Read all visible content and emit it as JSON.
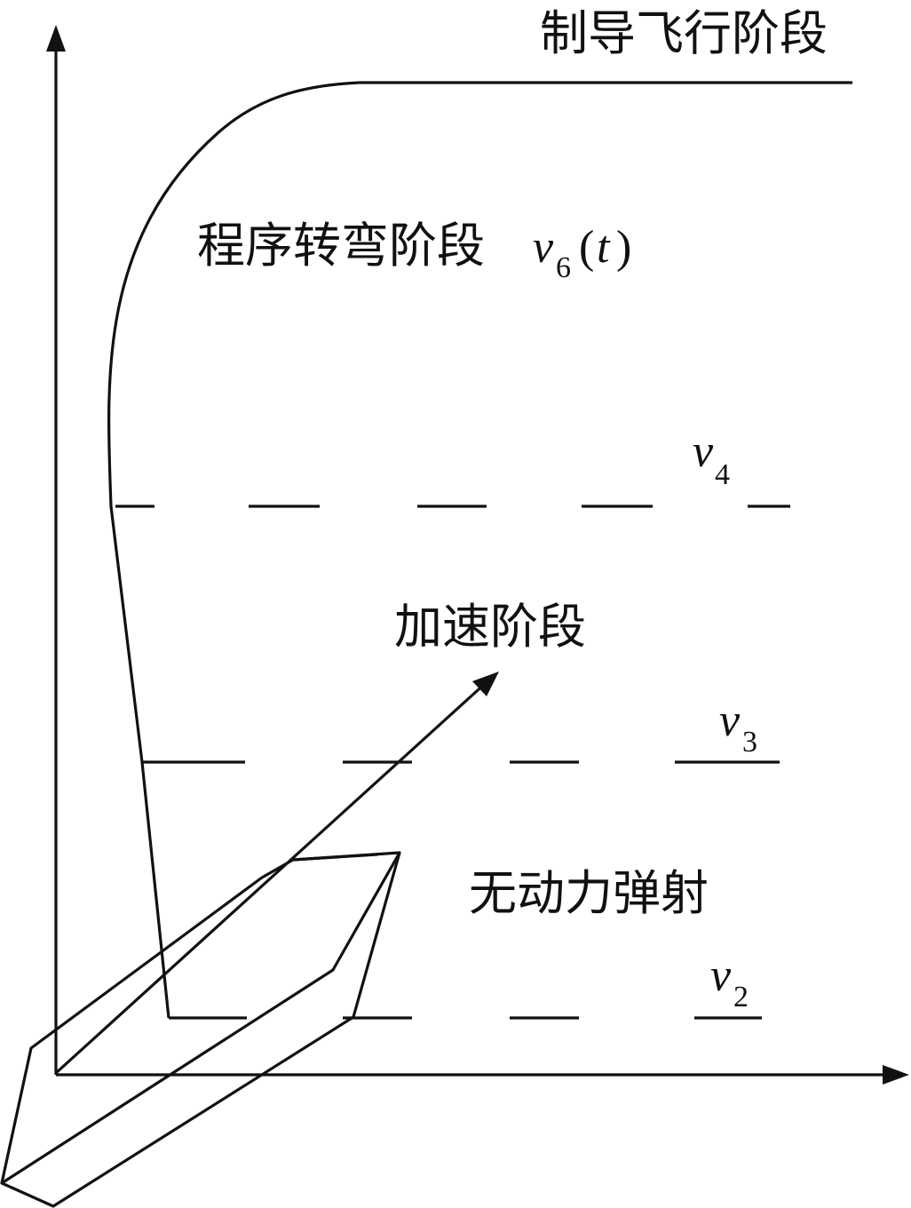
{
  "labels": {
    "guidance_phase": "制导飞行阶段",
    "turn_phase": "程序转弯阶段",
    "turn_velocity_symbol": "v",
    "turn_velocity_subscript": "6",
    "turn_velocity_paren_open": "(",
    "turn_velocity_arg": "t",
    "turn_velocity_paren_close": ")",
    "accel_phase": "加速阶段",
    "ejection_phase": "无动力弹射"
  },
  "levels": [
    {
      "symbol": "v",
      "subscript": "4"
    },
    {
      "symbol": "v",
      "subscript": "3"
    },
    {
      "symbol": "v",
      "subscript": "2"
    }
  ],
  "colors": {
    "ink": "#111111",
    "background": "#ffffff"
  }
}
